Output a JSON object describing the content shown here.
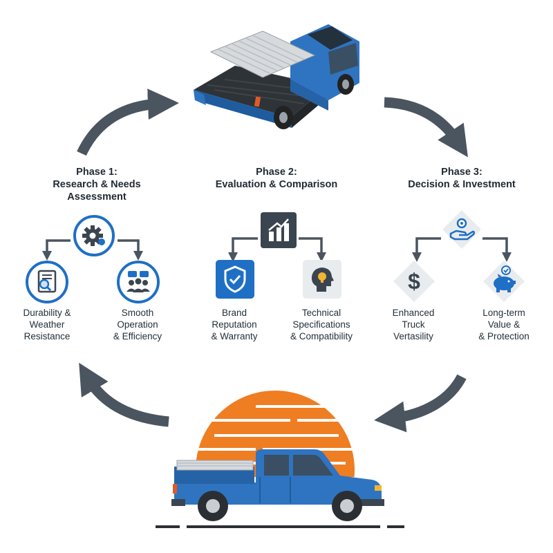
{
  "colors": {
    "truck_blue": "#2f74c0",
    "arrow_gray": "#4b5560",
    "accent_blue": "#1f6fc5",
    "sun_orange": "#ef7d22"
  },
  "phases": [
    {
      "title_line1": "Phase 1:",
      "title_line2": "Research & Needs",
      "title_line3": "Assessment",
      "center_icon": "gear-icon",
      "items": [
        {
          "icon": "document-search-icon",
          "label": "Durability &\nWeather\nResistance"
        },
        {
          "icon": "team-chat-icon",
          "label": "Smooth\nOperation\n& Efficiency"
        }
      ]
    },
    {
      "title_line1": "Phase 2:",
      "title_line2": "Evaluation & Comparison",
      "title_line3": "",
      "center_icon": "bar-chart-icon",
      "items": [
        {
          "icon": "shield-check-icon",
          "label": "Brand\nReputation\n& Warranty"
        },
        {
          "icon": "head-lightbulb-icon",
          "label": "Technical\nSpecifications\n& Compatibility"
        }
      ]
    },
    {
      "title_line1": "Phase 3:",
      "title_line2": "Decision & Investment",
      "title_line3": "",
      "center_icon": "hand-coin-icon",
      "items": [
        {
          "icon": "dollar-icon",
          "label": "Enhanced\nTruck\nVertasility"
        },
        {
          "icon": "piggy-bank-icon",
          "label": "Long-term\nValue &\n& Protection"
        }
      ]
    }
  ]
}
